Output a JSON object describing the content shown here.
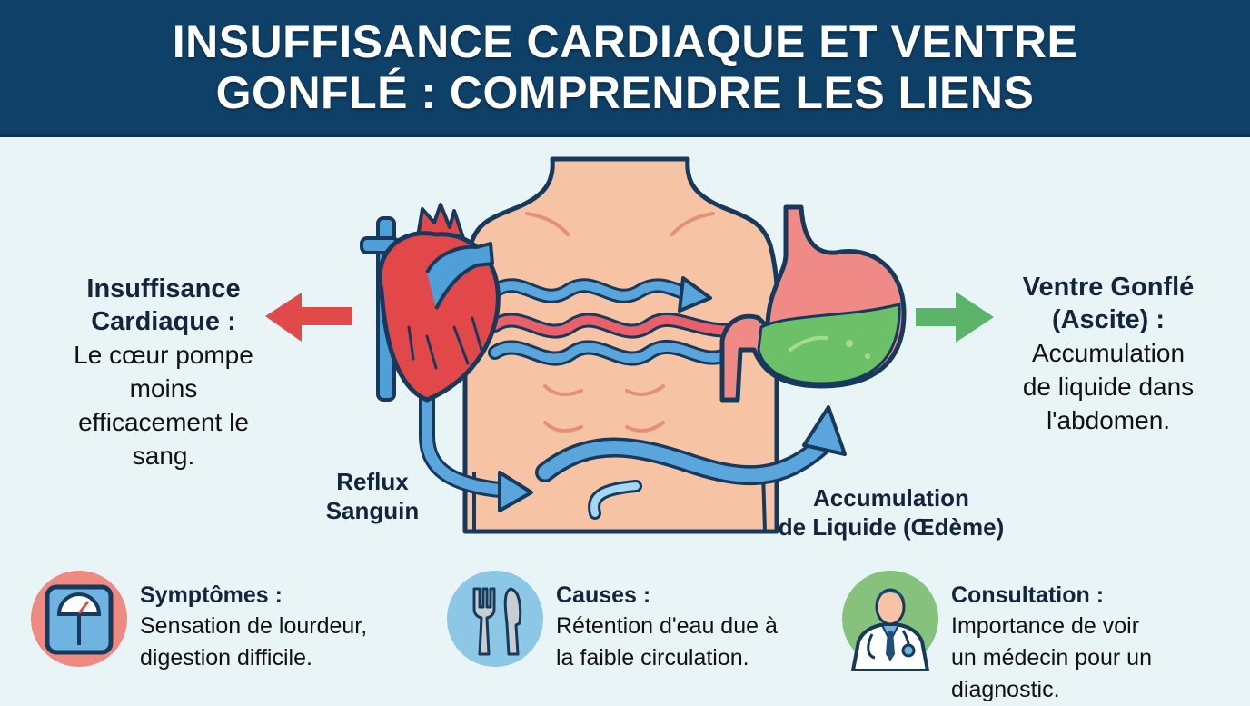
{
  "header": {
    "title_line1": "INSUFFISANCE CARDIAQUE ET VENTRE",
    "title_line2": "GONFLÉ : COMPRENDRE LES LIENS",
    "background": "#0f4168"
  },
  "left_panel": {
    "title_line1": "Insuffisance",
    "title_line2": "Cardiaque :",
    "body_lines": [
      "Le cœur pompe",
      "moins",
      "efficacement le",
      "sang."
    ],
    "arrow_color": "#e04a4a",
    "arrow_direction": "left"
  },
  "right_panel": {
    "title_line1": "Ventre Gonflé",
    "title_line2": "(Ascite) :",
    "body_lines": [
      "Accumulation",
      "de liquide dans",
      "l'abdomen."
    ],
    "arrow_color": "#5cb36a",
    "arrow_direction": "right"
  },
  "diagram": {
    "elements": [
      "heart-icon",
      "torso-illustration",
      "stomach-icon",
      "blood-flow-arrows"
    ],
    "labels": {
      "reflux_line1": "Reflux",
      "reflux_line2": "Sanguin",
      "oedeme_line1": "Accumulation",
      "oedeme_line2": "de Liquide (Œdème)"
    },
    "colors": {
      "heart": "#e2474a",
      "vessel_blue": "#4f9fd8",
      "skin": "#f6c4a4",
      "stomach": "#ef8a86",
      "fluid": "#6cc067",
      "outline": "#173a5c"
    }
  },
  "info_items": [
    {
      "icon": "scale-icon",
      "circle_color": "#ee8a82",
      "title": "Symptômes :",
      "lines": [
        "Sensation de lourdeur,",
        "digestion difficile."
      ]
    },
    {
      "icon": "fork-knife-icon",
      "circle_color": "#8cc7e6",
      "title": "Causes :",
      "lines": [
        "Rétention d'eau due à",
        "la faible circulation."
      ]
    },
    {
      "icon": "doctor-icon",
      "circle_color": "#86c27c",
      "title": "Consultation :",
      "lines": [
        "Importance de voir",
        "un médecin pour un",
        "diagnostic."
      ]
    }
  ]
}
